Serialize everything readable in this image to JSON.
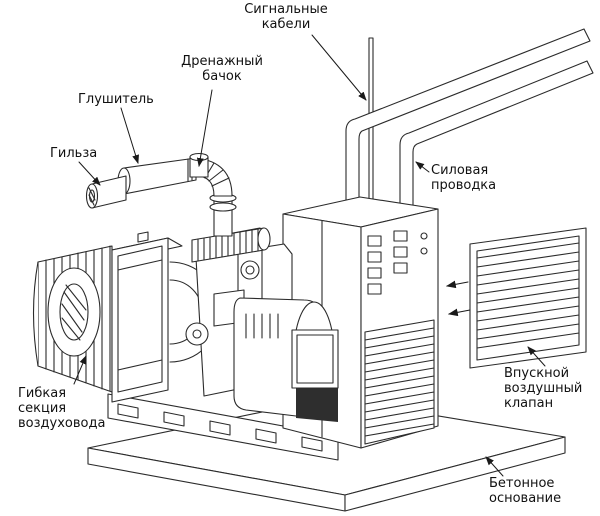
{
  "diagram": {
    "background": "#ffffff",
    "line_color": "#2b2b2b",
    "labels": {
      "signal_cables": [
        "Сигнальные",
        "кабели"
      ],
      "drain_tank": [
        "Дренажный",
        "бачок"
      ],
      "muffler": [
        "Глушитель"
      ],
      "sleeve": [
        "Гильза"
      ],
      "power_wiring": [
        "Силовая",
        "проводка"
      ],
      "intake_air_valve": [
        "Впускной",
        "воздушный",
        "клапан"
      ],
      "flexible_duct_section": [
        "Гибкая",
        "секция",
        "воздуховода"
      ],
      "concrete_base": [
        "Бетонное",
        "основание"
      ]
    }
  }
}
